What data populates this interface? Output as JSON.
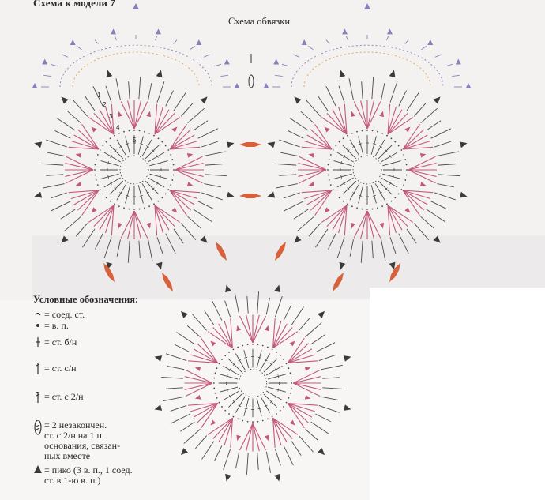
{
  "title": "Схема к модели 7",
  "edge_label": "Схема обвязки",
  "legend": {
    "title": "Условные обозначения:",
    "items": [
      {
        "symbol": "slip-stitch-icon",
        "label": "= соед. ст."
      },
      {
        "symbol": "chain-dot-icon",
        "label": "= в. п."
      },
      {
        "symbol": "single-crochet-icon",
        "label": "= ст. б/н"
      },
      {
        "symbol": "double-crochet-icon",
        "label": "= ст. с/н"
      },
      {
        "symbol": "treble-crochet-icon",
        "label": "= ст. с 2/н"
      },
      {
        "symbol": "cluster-icon",
        "label": "= 2 незакончен.\nст. с 2/н на 1 п.\nоснования, связан-\nных вместе"
      },
      {
        "symbol": "picot-triangle-icon",
        "label": "= пико (3 в. п., 1 соед.\nст. в 1-ю в. п.)"
      }
    ]
  },
  "row_numbers": [
    "1",
    "2",
    "3",
    "4",
    "5"
  ],
  "colors": {
    "stitch_dark": "#4a4a4a",
    "stitch_pink": "#c4587a",
    "connector_orange": "#d8603a",
    "edging_purple": "#8a7fb8",
    "edging_orange": "#e0a050"
  }
}
